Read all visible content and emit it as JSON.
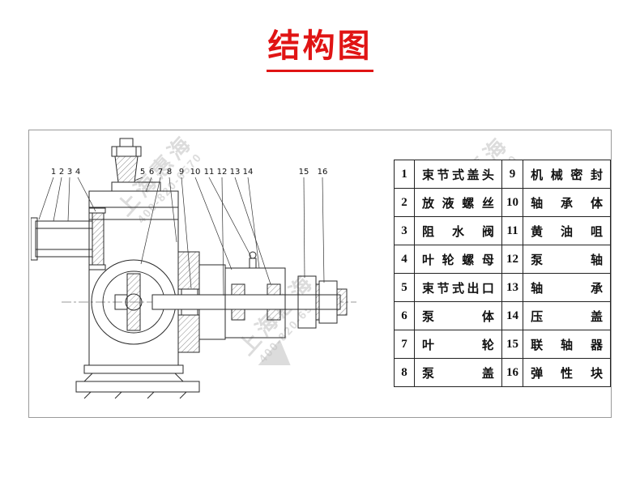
{
  "title": "结构图",
  "colors": {
    "accent": "#e01414",
    "watermark": "#c0c0c0"
  },
  "watermark": {
    "brand": "上海惠海",
    "phone": "400-820-6570"
  },
  "diagram": {
    "callouts": [
      "1",
      "2",
      "3",
      "4",
      "5",
      "6",
      "7",
      "8",
      "9",
      "10",
      "11",
      "12",
      "13",
      "14",
      "15",
      "16"
    ]
  },
  "table": {
    "rows": [
      [
        "1",
        "束节式盖头",
        "9",
        "机械密封"
      ],
      [
        "2",
        "放液螺丝",
        "10",
        "轴承体"
      ],
      [
        "3",
        "阻水阀",
        "11",
        "黄油咀"
      ],
      [
        "4",
        "叶轮螺母",
        "12",
        "泵轴"
      ],
      [
        "5",
        "束节式出口",
        "13",
        "轴承"
      ],
      [
        "6",
        "泵体",
        "14",
        "压盖"
      ],
      [
        "7",
        "叶轮",
        "15",
        "联轴器"
      ],
      [
        "8",
        "泵盖",
        "16",
        "弹性块"
      ]
    ]
  }
}
